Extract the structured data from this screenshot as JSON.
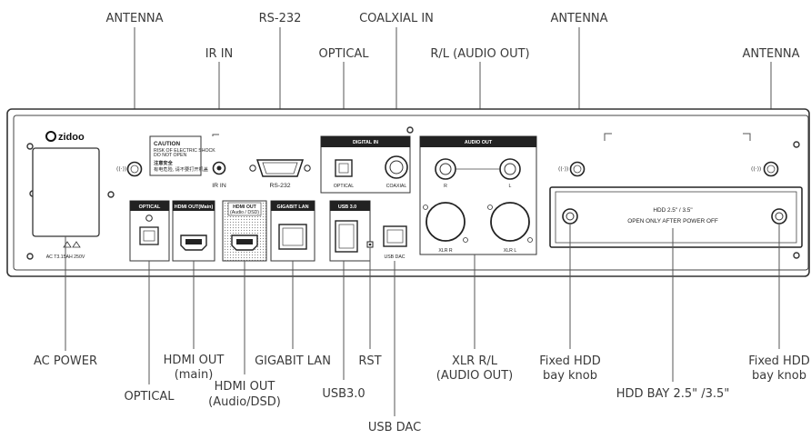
{
  "callouts": {
    "antenna_left": "ANTENNA",
    "ir_in": "IR IN",
    "rs232": "RS-232",
    "optical_top": "OPTICAL",
    "coaxial_in": "COALXIAL IN",
    "rl_audio_out": "R/L (AUDIO OUT)",
    "antenna_mid": "ANTENNA",
    "antenna_right": "ANTENNA",
    "ac_power": "AC POWER",
    "optical_bottom": "OPTICAL",
    "hdmi_main_1": "HDMI OUT",
    "hdmi_main_2": "(main)",
    "hdmi_dsd_1": "HDMI OUT",
    "hdmi_dsd_2": "(Audio/DSD)",
    "gigabit_lan": "GIGABIT LAN",
    "usb30": "USB3.0",
    "rst": "RST",
    "usb_dac": "USB DAC",
    "xlr_1": "XLR R/L",
    "xlr_2": "(AUDIO OUT)",
    "hdd_knob_left_1": "Fixed HDD",
    "hdd_knob_left_2": "bay knob",
    "hdd_bay": "HDD BAY  2.5\" /3.5\"",
    "hdd_knob_right_1": "Fixed HDD",
    "hdd_knob_right_2": "bay knob"
  },
  "panel": {
    "brand": "zidoo",
    "caution_title": "CAUTION",
    "caution_line1": "RISK OF ELECTRIC SHOCK",
    "caution_line2": "DO NOT OPEN",
    "caution_cn1": "注意安全",
    "caution_cn2": "有电危险, 请不要打开机盖",
    "ir_in": "IR IN",
    "rs232": "RS-232",
    "digital_in": "DIGITAL IN",
    "optical": "OPTICAL",
    "coaxial": "COAXIAL",
    "audio_out": "AUDIO OUT",
    "r": "R",
    "l": "L",
    "xlr_r": "XLR R",
    "xlr_l": "XLR L",
    "optical_box": "OPTICAL",
    "hdmi_out_main": "HDMI OUT(Main)",
    "hdmi_out_dsd_1": "HDMI OUT",
    "hdmi_out_dsd_2": "(Audio / DSD)",
    "gigabit_lan": "GIGABIT LAN",
    "usb30": "USB 3.0",
    "usb_dac": "USB DAC",
    "fuse_label": "AC    T3.15AH 250V",
    "hdd_line1": "HDD 2.5\" / 3.5\"",
    "hdd_line2": "OPEN ONLY AFTER POWER OFF"
  },
  "colors": {
    "line": "#555555",
    "label_bar": "#222222",
    "panel_outline": "#333333"
  }
}
